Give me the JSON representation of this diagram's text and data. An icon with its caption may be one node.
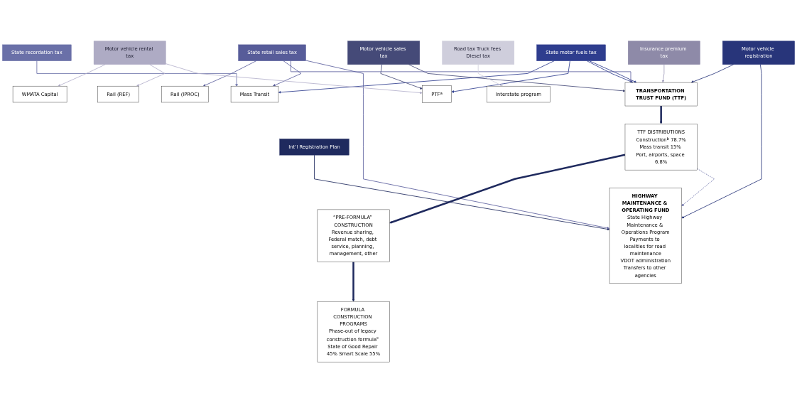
{
  "diagram": {
    "nodes": [
      {
        "text": [
          "Int’l Registration Plan"
        ]
      },
      {
        "text": [
          "Motor vehicle registration"
        ]
      },
      {
        "text": [
          "State motor fuels tax"
        ]
      },
      {
        "text": [
          "Motor vehicle sales tax"
        ]
      },
      {
        "text": [
          "State retail sales tax"
        ]
      },
      {
        "text": [
          "State recordation tax"
        ]
      },
      {
        "text": [
          "Insurance premium tax"
        ]
      },
      {
        "text": [
          "Motor vehicle rental tax"
        ]
      },
      {
        "text": [
          "Road tax Truck fees Diesel tax"
        ]
      },
      {
        "text": [
          "HIGHWAY MAINTENANCE & OPERATING FUND",
          "State Highway Maintenance & Operations Program",
          "Payments to localities for road maintenance",
          "VDOT administration",
          "Transfers to other agencies"
        ]
      },
      {
        "text": [
          "TRANSPORTATION TRUST FUND (TTF)"
        ]
      },
      {
        "text": [
          "PTF$^{a}$"
        ]
      },
      {
        "text": [
          "Mass Transit"
        ]
      },
      {
        "text": [
          "Rail (IPROC)"
        ]
      },
      {
        "text": [
          "Rail (REF)"
        ]
      },
      {
        "text": [
          "WMATA Capital"
        ]
      },
      {
        "text": [
          "Interstate program"
        ]
      },
      {
        "text": [
          "TTF DISTRIBUTIONS",
          "Construction$^{b}$ 78.7%",
          "Mass transit 15% Port, airports, space 6.8%"
        ]
      },
      {
        "text": [
          "“PRE-FORMULA” CONSTRUCTION",
          "Revenue sharing, Federal match, debt service, planning, management, other"
        ]
      },
      {
        "text": [
          "FORMULA CONSTRUCTION PROGRAMS",
          "Phase-out of legacy construction formula$^{c}$ State of Good Repair 45% Smart Scale 55%"
        ]
      }
    ],
    "edges": [
      {
        "from": 0,
        "to": 9,
        "arrow": "to",
        "color": "#1f2a5e"
      },
      {
        "from": 1,
        "to": 9,
        "arrow": "to",
        "color": "#28357a"
      },
      {
        "from": 1,
        "to": 10,
        "arrow": "to",
        "color": "#28357a"
      },
      {
        "from": 2,
        "to": 10,
        "arrow": "to",
        "color": "#2e3d8e"
      },
      {
        "from": 2,
        "to": 10,
        "arrow": "to",
        "color": "#2e3d8e"
      },
      {
        "from": 2,
        "to": 11,
        "arrow": "to",
        "color": "#2e3d8e"
      },
      {
        "from": 2,
        "to": 12,
        "arrow": "to",
        "color": "#2e3d8e"
      },
      {
        "from": 3,
        "to": 10,
        "arrow": "to",
        "color": "#454a78"
      },
      {
        "from": 3,
        "to": 11,
        "arrow": "to",
        "color": "#454a78"
      },
      {
        "from": 4,
        "to": 9,
        "arrow": "to",
        "color": "#5a5e9c"
      },
      {
        "from": 4,
        "to": 10,
        "arrow": "to",
        "color": "#5a5e9c"
      },
      {
        "from": 4,
        "to": 12,
        "arrow": "to",
        "color": "#5a5e9c"
      },
      {
        "from": 4,
        "to": 13,
        "arrow": "to",
        "color": "#5a5e9c"
      },
      {
        "from": 5,
        "to": 12,
        "arrow": "to",
        "color": "#6a70a8"
      },
      {
        "from": 6,
        "to": 10,
        "arrow": "to",
        "color": "#a09cba"
      },
      {
        "from": 7,
        "to": 11,
        "arrow": "to",
        "color": "#b4b1cc"
      },
      {
        "from": 7,
        "to": 14,
        "arrow": "to",
        "color": "#b4b1cc"
      },
      {
        "from": 7,
        "to": 15,
        "arrow": "to",
        "color": "#b4b1cc"
      },
      {
        "from": 8,
        "to": 16,
        "arrow": "to",
        "color": "#cfcedc"
      },
      {
        "from": 10,
        "to": 17,
        "arrow": "to",
        "style": "thick",
        "color": "#1f2a5e"
      },
      {
        "from": 17,
        "to": 9,
        "arrow": "to",
        "style": "dashed",
        "color": "#6a70a8"
      },
      {
        "from": 17,
        "to": 18,
        "arrow": "to",
        "style": "thick",
        "color": "#1f2a5e"
      },
      {
        "from": 18,
        "to": 19,
        "arrow": "to",
        "style": "thick",
        "color": "#1f2a5e"
      }
    ]
  }
}
